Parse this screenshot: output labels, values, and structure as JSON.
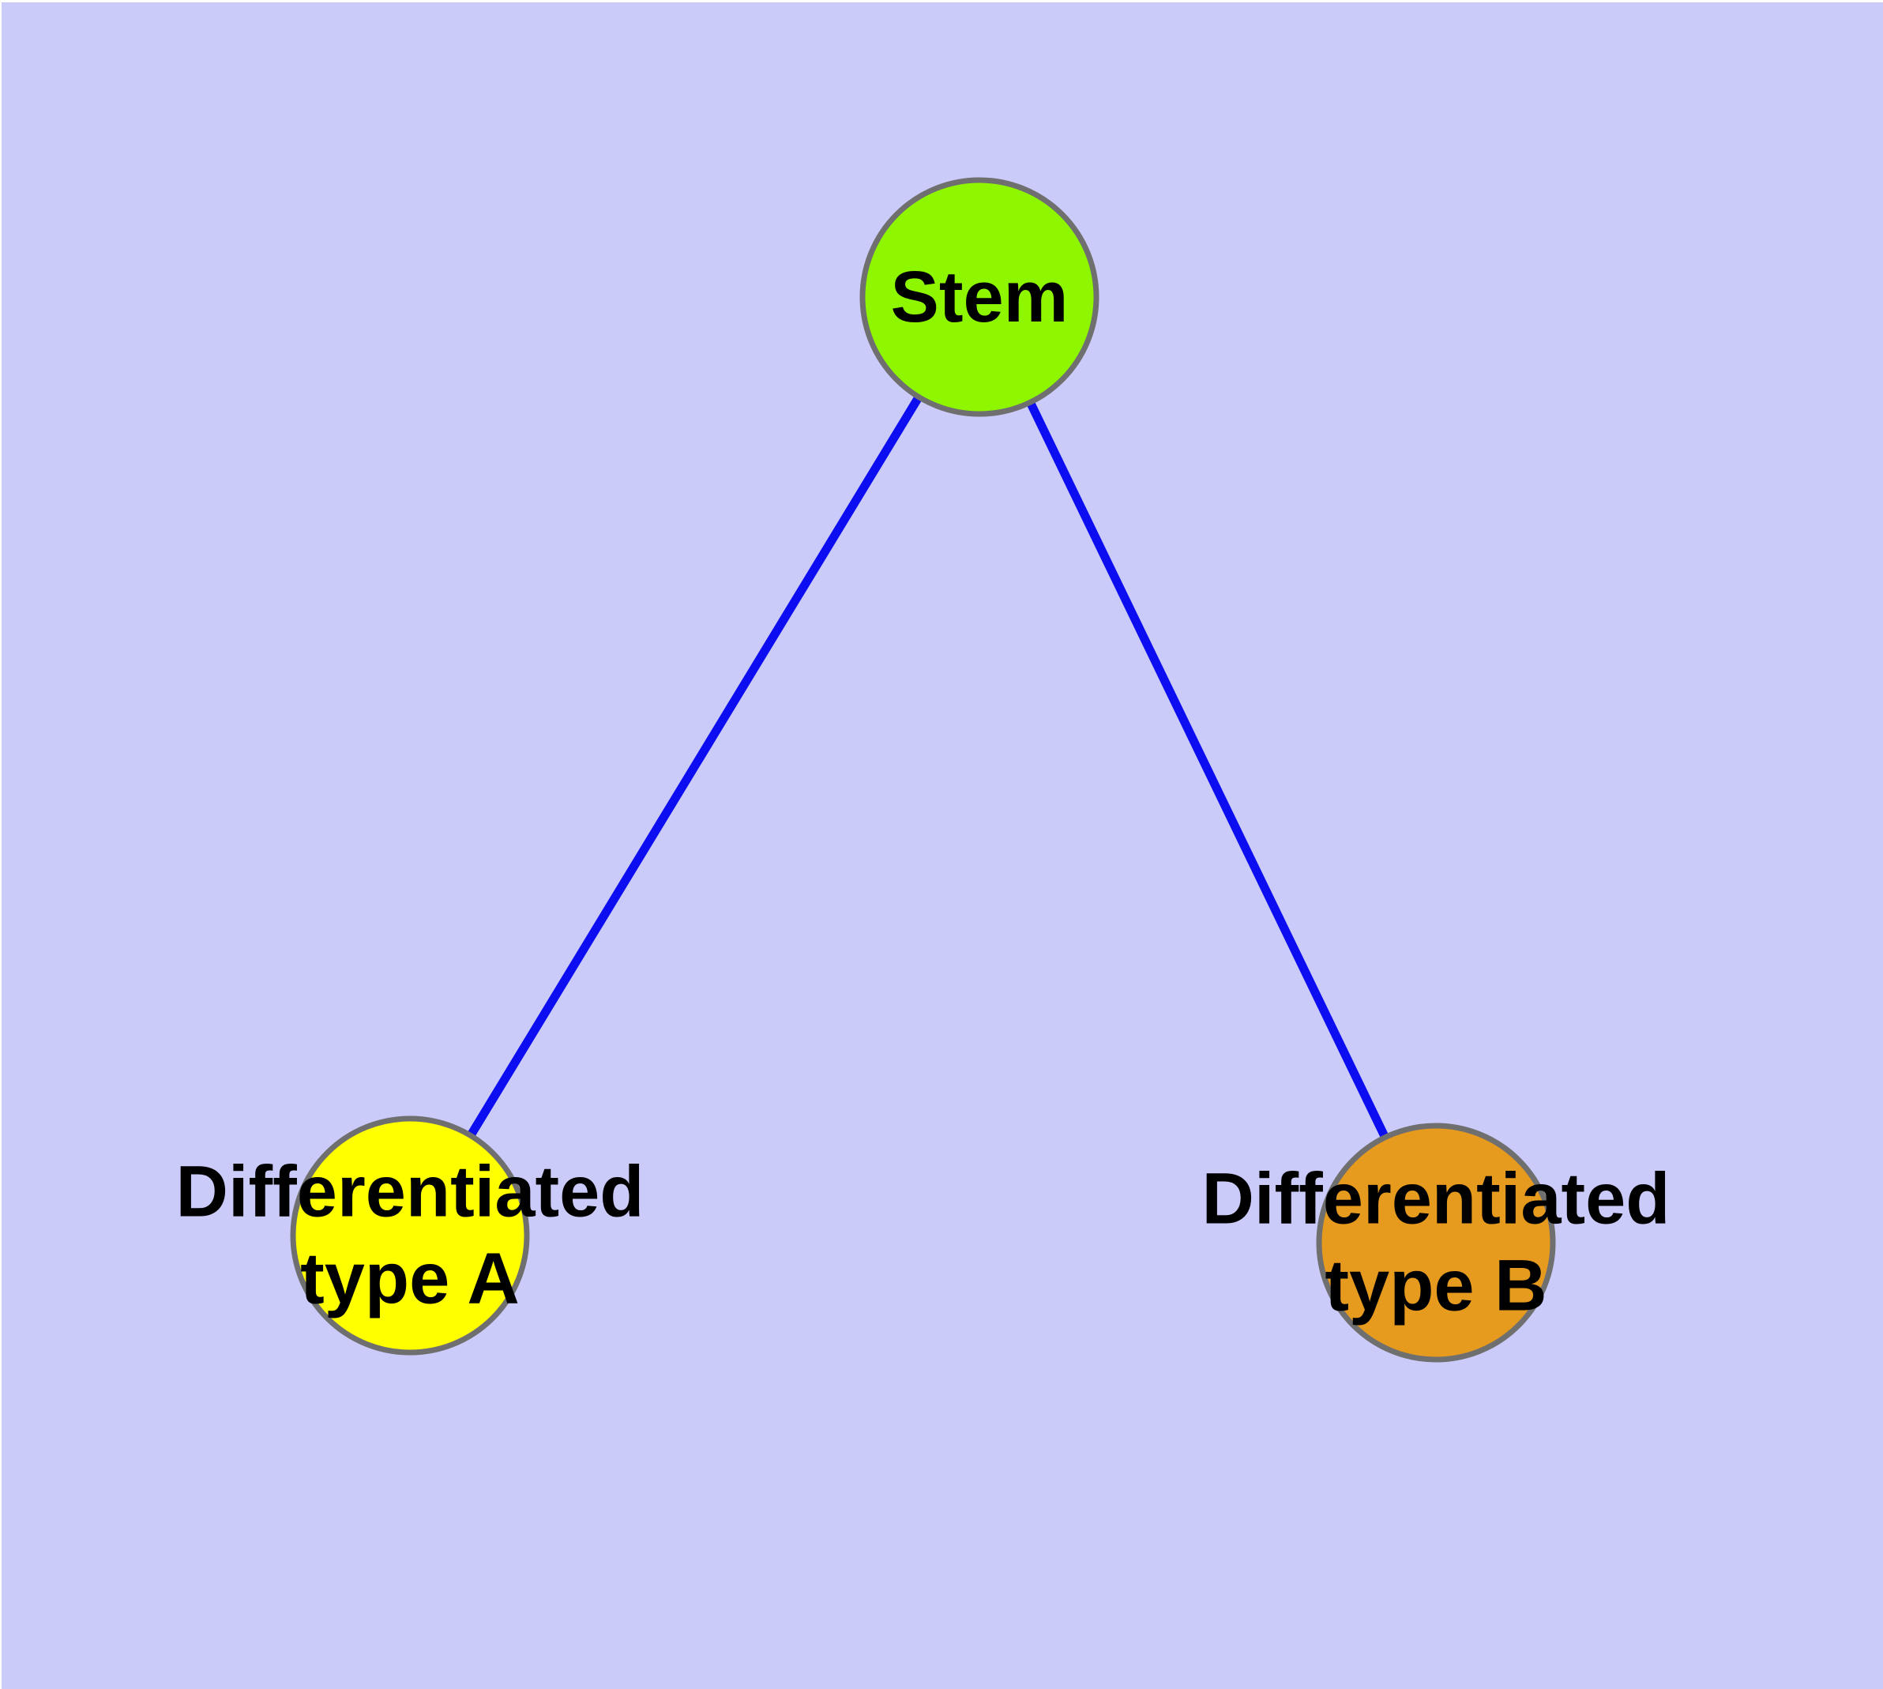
{
  "figure": {
    "background_color": "#cbcbfa",
    "margin_color": "#ffffff",
    "edge_color": "#0d0df2",
    "node_border_color": "#6f6f6f",
    "label_color": "#000000",
    "nodes": [
      {
        "id": "stem",
        "label": "Stem",
        "lines": [
          "Stem"
        ],
        "fill": "#8ef700"
      },
      {
        "id": "differentiated-type-a",
        "label": "Differentiated type A",
        "lines": [
          "Differentiated",
          "type A"
        ],
        "fill": "#ffff00"
      },
      {
        "id": "differentiated-type-b",
        "label": "Differentiated type B",
        "lines": [
          "Differentiated",
          "type B"
        ],
        "fill": "#e69a1e"
      }
    ],
    "edges": [
      {
        "from": "stem",
        "to": "differentiated-type-a"
      },
      {
        "from": "stem",
        "to": "differentiated-type-b"
      }
    ]
  }
}
